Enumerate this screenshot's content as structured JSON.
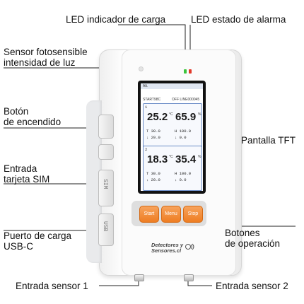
{
  "labels": {
    "led_charge": "LED indicador de carga",
    "led_alarm": "LED estado de alarma",
    "light_sensor_line1": "Sensor fotosensible",
    "light_sensor_line2": "intensidad de luz",
    "power_button_line1": "Botón",
    "power_button_line2": "de encendido",
    "tft_screen": "Pantalla TFT",
    "sim_line1": "Entrada",
    "sim_line2": "tarjeta SIM",
    "usb_line1": "Puerto de carga",
    "usb_line2": "USB-C",
    "buttons_line1": "Botones",
    "buttons_line2": "de operación",
    "sensor1": "Entrada sensor 1",
    "sensor2": "Entrada sensor 2"
  },
  "device": {
    "screen": {
      "header_left": "START98C",
      "header_right": "OFF LINE000045",
      "status_bar": "Alt.",
      "channels": [
        {
          "index": "1",
          "left_value": "25.2",
          "left_unit": "°C",
          "right_value": "65.9",
          "right_unit": "%",
          "min_left": "T 30.0",
          "max_left": "↓ 20.0",
          "min_right": "H 100.0",
          "max_right": "↓ 0.0"
        },
        {
          "index": "2",
          "left_value": "18.3",
          "left_unit": "°C",
          "right_value": "35.4",
          "right_unit": "%",
          "min_left": "T 30.0",
          "max_left": "↓ 20.0",
          "min_right": "H 100.0",
          "max_right": "↓ 0.0"
        }
      ]
    },
    "buttons": {
      "start": "Start",
      "menu": "Menu",
      "stop": "Stop"
    },
    "brand_line1": "Detectores y",
    "brand_line2": "Sensores.cl",
    "side_sim_text": "SIM",
    "side_usb_text": "USB",
    "led_colors": {
      "charge": "#3cc43c",
      "alarm": "#e23a2a"
    },
    "button_color": "#ee7d22"
  }
}
